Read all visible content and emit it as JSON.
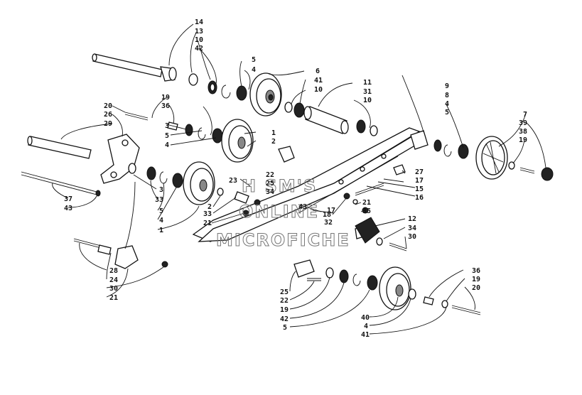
{
  "watermark": {
    "line1": "H  SM'S",
    "line2": "ONLINE",
    "line3": "MICROFICHE"
  },
  "labels": {
    "top_stack_14": "14",
    "top_stack_13": "13",
    "top_stack_10": "10",
    "top_stack_42": "42",
    "top_5": "5",
    "top_4": "4",
    "top_6": "6",
    "top_41": "41",
    "top_10b": "10",
    "spacer_11": "11",
    "spacer_31": "31",
    "spacer_10": "10",
    "left_20": "20",
    "left_26": "26",
    "left_29": "29",
    "upper_19": "19",
    "upper_36": "36",
    "upper_3": "3",
    "upper_5": "5",
    "upper_4": "4",
    "wheel_1": "1",
    "wheel_2": "2",
    "left_37": "37",
    "left_43": "43",
    "low_3": "3",
    "low_33": "33",
    "low_5": "5",
    "low_4": "4",
    "low_1": "1",
    "mid_23": "23",
    "mid_22": "22",
    "mid_25": "25",
    "mid_34": "34",
    "mid_2": "2",
    "mid_33": "33",
    "mid_21": "21",
    "mid_43": "43",
    "mid_17": "17",
    "mid_18": "18",
    "mid_32": "32",
    "mid_21b": "21",
    "mid_35": "35",
    "right_27": "27",
    "right_17": "17",
    "right_15": "15",
    "right_16": "16",
    "right_9": "9",
    "right_8": "8",
    "right_4": "4",
    "right_5": "5",
    "far_7": "7",
    "far_39": "39",
    "far_38": "38",
    "far_19": "19",
    "slider_12": "12",
    "slider_34": "34",
    "slider_30": "30",
    "bl_28": "28",
    "bl_24": "24",
    "bl_30": "30",
    "bl_21": "21",
    "bm_25": "25",
    "bm_22": "22",
    "bm_19": "19",
    "bm_42": "42",
    "bm_5": "5",
    "bw_40": "40",
    "bw_4": "4",
    "bw_41": "41",
    "br_36": "36",
    "br_19": "19",
    "br_20": "20"
  }
}
